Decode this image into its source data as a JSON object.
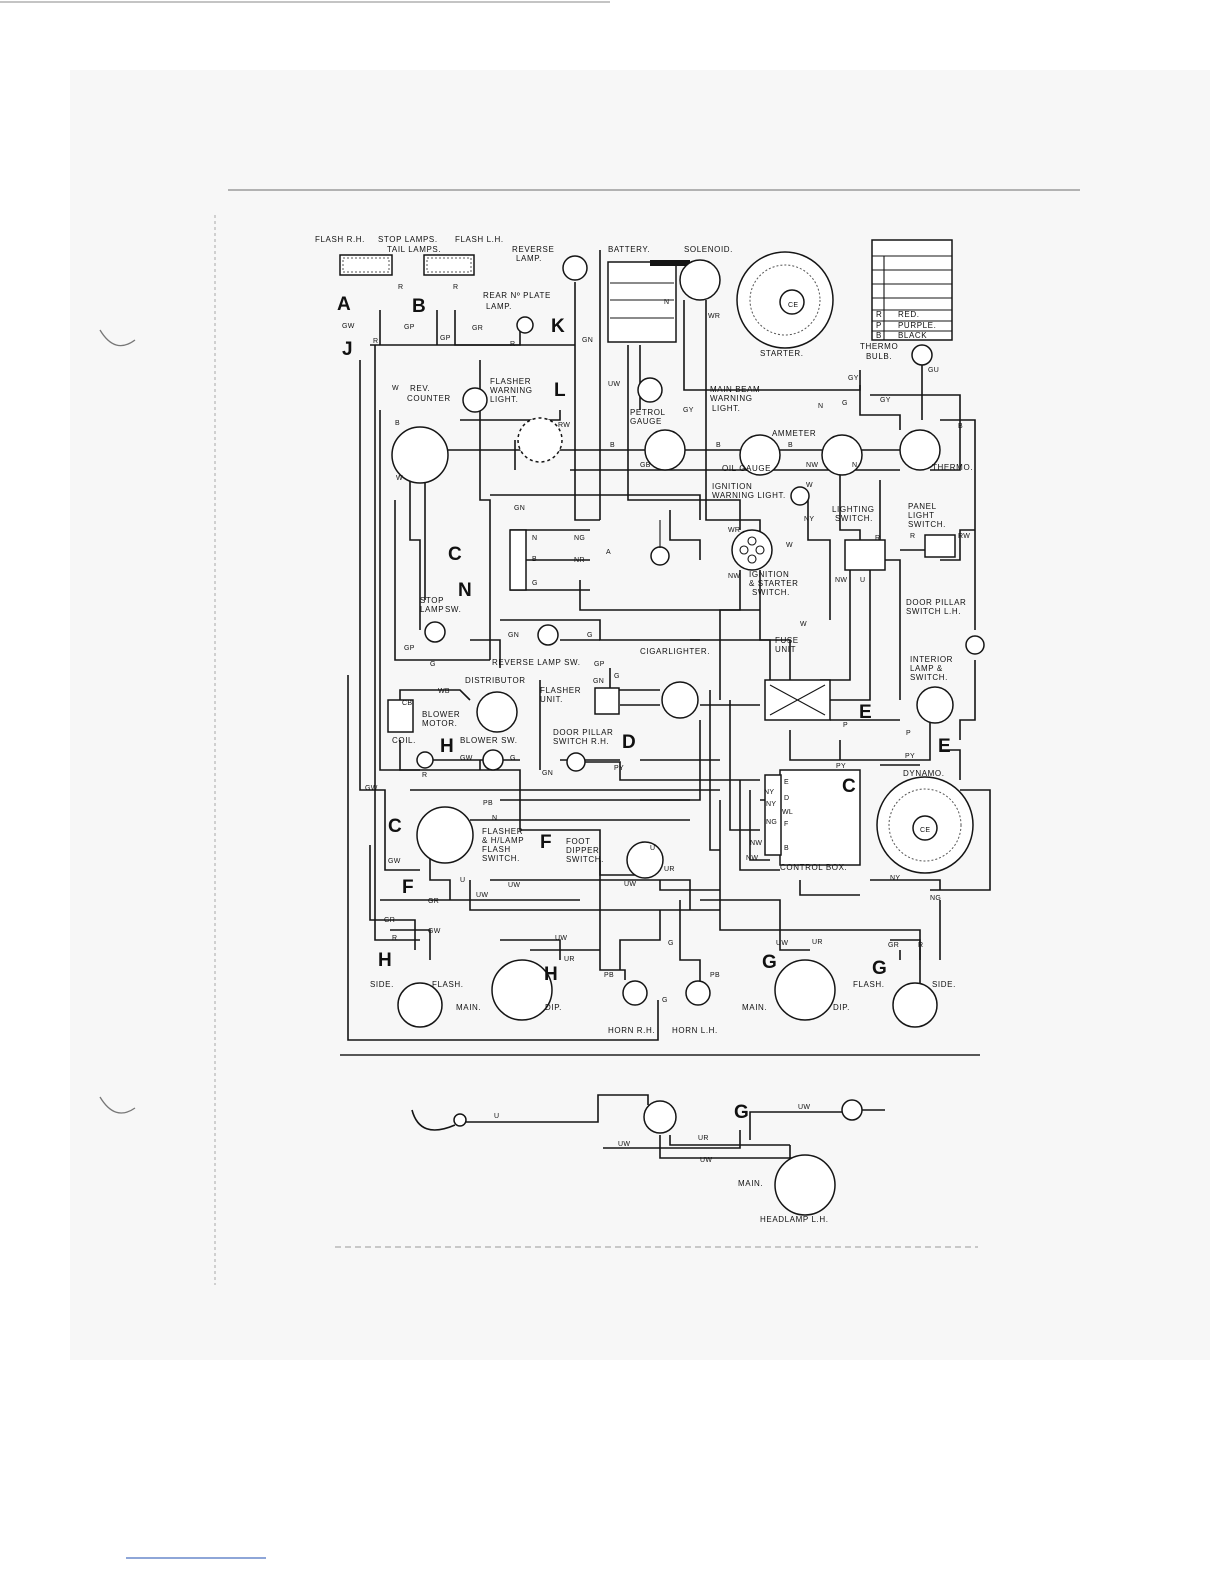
{
  "diagram": {
    "legend": {
      "rows": [
        {
          "code": "R",
          "name": "RED."
        },
        {
          "code": "P",
          "name": "PURPLE."
        },
        {
          "code": "B",
          "name": "BLACK"
        }
      ]
    },
    "component_labels": {
      "flash_rh": "FLASH R.H.",
      "stop_lamps": "STOP LAMPS.",
      "tail_lamps": "TAIL LAMPS.",
      "flash_lh": "FLASH L.H.",
      "reverse_lamp_1": "REVERSE",
      "reverse_lamp_2": "LAMP.",
      "battery": "BATTERY.",
      "solenoid": "SOLENOID.",
      "starter": "STARTER.",
      "rear_plate_1": "REAR Nº PLATE",
      "rear_plate_2": "LAMP.",
      "thermo_bulb_1": "THERMO",
      "thermo_bulb_2": "BULB.",
      "rev_counter_1": "REV.",
      "rev_counter_2": "COUNTER",
      "flasher_warning_1": "FLASHER",
      "flasher_warning_2": "WARNING",
      "flasher_warning_3": "LIGHT.",
      "main_beam_1": "MAIN BEAM",
      "main_beam_2": "WARNING",
      "main_beam_3": "LIGHT.",
      "petrol_gauge_1": "PETROL",
      "petrol_gauge_2": "GAUGE",
      "ammeter": "AMMETER",
      "oil_gauge": "OIL GAUGE.",
      "thermo": "THERMO.",
      "ignition_warning_1": "IGNITION",
      "ignition_warning_2": "WARNING LIGHT.",
      "lighting_switch_1": "LIGHTING",
      "lighting_switch_2": "SWITCH.",
      "panel_light_1": "PANEL",
      "panel_light_2": "LIGHT",
      "panel_light_3": "SWITCH.",
      "ign_starter_1": "IGNITION",
      "ign_starter_2": "& STARTER",
      "ign_starter_3": "SWITCH.",
      "stop_lamp_sw_1": "STOP",
      "stop_lamp_sw_2": "LAMP",
      "stop_lamp_sw_3": "SW.",
      "door_pillar_lh_1": "DOOR PILLAR",
      "door_pillar_lh_2": "SWITCH L.H.",
      "reverse_lamp_sw": "REVERSE LAMP SW.",
      "cigarlighter": "CIGARLIGHTER.",
      "fuse_unit_1": "FUSE",
      "fuse_unit_2": "UNIT",
      "interior_lamp_1": "INTERIOR",
      "interior_lamp_2": "LAMP &",
      "interior_lamp_3": "SWITCH.",
      "distributor": "DISTRIBUTOR",
      "flasher_unit_1": "FLASHER",
      "flasher_unit_2": "UNIT.",
      "blower_motor_1": "BLOWER",
      "blower_motor_2": "MOTOR.",
      "coil": "COIL.",
      "blower_sw": "BLOWER SW.",
      "door_pillar_rh_1": "DOOR PILLAR",
      "door_pillar_rh_2": "SWITCH R.H.",
      "dynamo": "DYNAMO.",
      "flash_switch_1": "FLASHER",
      "flash_switch_2": "& H/LAMP",
      "flash_switch_3": "FLASH",
      "flash_switch_4": "SWITCH.",
      "foot_dipper_1": "FOOT",
      "foot_dipper_2": "DIPPER",
      "foot_dipper_3": "SWITCH.",
      "control_box": "CONTROL BOX.",
      "side_l": "SIDE.",
      "flash_l": "FLASH.",
      "main_l": "MAIN.",
      "dip_l": "DIP.",
      "horn_rh": "HORN R.H.",
      "horn_lh": "HORN L.H.",
      "main_r": "MAIN.",
      "dip_r": "DIP.",
      "flash_r": "FLASH.",
      "side_r": "SIDE.",
      "main_inset": "MAIN.",
      "headlamp_lh": "HEADLAMP L.H."
    },
    "connector_letters": {
      "A": "A",
      "B": "B",
      "J": "J",
      "K": "K",
      "L": "L",
      "C_top": "C",
      "N": "N",
      "D": "D",
      "H_mid": "H",
      "E_top": "E",
      "E_bot": "E",
      "C_right": "C",
      "C_left": "C",
      "F_left": "F",
      "F_mid": "F",
      "H_bot1": "H",
      "H_bot2": "H",
      "G_bot1": "G",
      "G_bot2": "G",
      "G_inset": "G"
    },
    "wire_codes": {
      "gw1": "GW",
      "gp1": "GP",
      "gr1": "GR",
      "r1": "R",
      "r2": "R",
      "r3": "R",
      "r4": "R",
      "gp2": "GP",
      "gn1": "GN",
      "n1": "N",
      "wr1": "WR",
      "uw1": "UW",
      "gy1": "GY",
      "gy2": "GY",
      "gy3": "GY",
      "gu1": "GU",
      "n2": "N",
      "g1": "G",
      "b1": "B",
      "b2": "B",
      "b3": "B",
      "b4": "B",
      "b5": "B",
      "w1": "W",
      "w2": "W",
      "rw1": "RW",
      "gb1": "GB",
      "nw1": "NW",
      "n3": "N",
      "gn2": "GN",
      "n4": "N",
      "ng1": "NG",
      "b6": "B",
      "nr1": "NR",
      "a1": "A",
      "g2": "G",
      "w3": "W",
      "ny1": "NY",
      "wr2": "WR",
      "nw2": "NW",
      "w4": "W",
      "nw3": "NW",
      "u1": "U",
      "r5": "R",
      "r6": "R",
      "rw2": "RW",
      "gp3": "GP",
      "g3": "G",
      "gn3": "GN",
      "g4": "G",
      "w5": "W",
      "gp4": "GP",
      "g5": "G",
      "gn4": "GN",
      "wb1": "WB",
      "cb1": "CB",
      "gw2": "GW",
      "g6": "G",
      "gn5": "GN",
      "py1": "PY",
      "py2": "PY",
      "py3": "PY",
      "p1": "P",
      "p2": "P",
      "r7": "R",
      "gw3": "GW",
      "pb1": "PB",
      "n5": "N",
      "gw4": "GW",
      "gr2": "GR",
      "u2": "U",
      "uw2": "UW",
      "uw3": "UW",
      "u3": "U",
      "ur1": "UR",
      "uw4": "UW",
      "gr3": "GR",
      "r8": "R",
      "gw5": "GW",
      "uw5": "UW",
      "ur2": "UR",
      "pb2": "PB",
      "pb3": "PB",
      "g7": "G",
      "g8": "G",
      "uw6": "UW",
      "ur3": "UR",
      "gr4": "GR",
      "r9": "R",
      "ny2": "NY",
      "ng2": "NG",
      "e1": "E",
      "d1": "D",
      "ny3": "NY",
      "wl1": "WL",
      "ng3": "NG",
      "f1": "F",
      "nw4": "NW",
      "b7": "B",
      "nw5": "NW",
      "ny4": "NY",
      "u_inset": "U",
      "uw_inset1": "UW",
      "ur_inset": "UR",
      "uw_inset2": "UW",
      "uw_inset3": "UW",
      "ce1": "CE",
      "ce2": "CE"
    }
  }
}
